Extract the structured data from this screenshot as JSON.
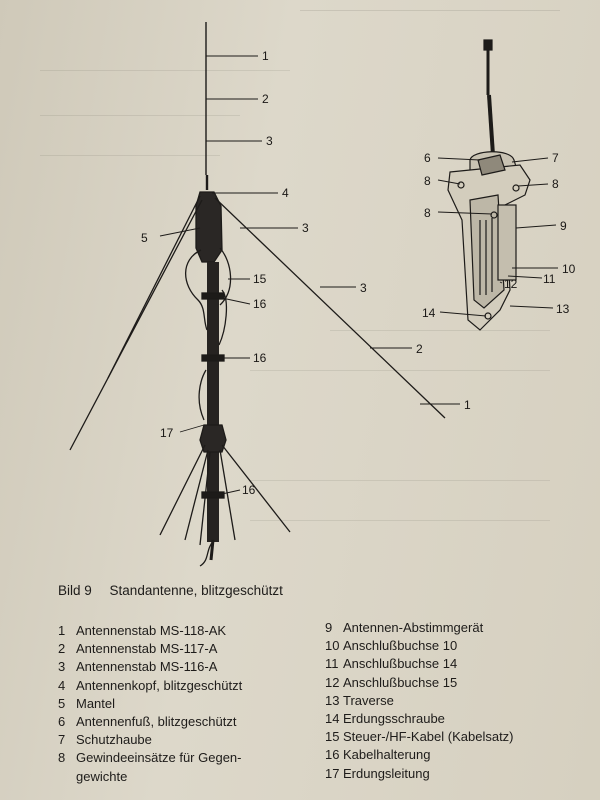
{
  "caption": {
    "number": "Bild 9",
    "title": "Standantenne, blitzgeschützt"
  },
  "callouts_left_figure": [
    "1",
    "2",
    "3",
    "4",
    "5",
    "3",
    "15",
    "16",
    "2",
    "16",
    "1",
    "17",
    "16"
  ],
  "callouts_right_figure": [
    "6",
    "7",
    "8",
    "8",
    "8",
    "9",
    "10",
    "11",
    "12",
    "13",
    "14"
  ],
  "legend_left": [
    {
      "n": "1",
      "text": "Antennenstab MS-118-AK"
    },
    {
      "n": "2",
      "text": "Antennenstab MS-117-A"
    },
    {
      "n": "3",
      "text": "Antennenstab MS-116-A"
    },
    {
      "n": "4",
      "text": "Antennenkopf, blitzgeschützt"
    },
    {
      "n": "5",
      "text": "Mantel"
    },
    {
      "n": "6",
      "text": "Antennenfuß, blitzgeschützt"
    },
    {
      "n": "7",
      "text": "Schutzhaube"
    },
    {
      "n": "8",
      "text": "Gewindeeinsätze für Gegen-\ngewichte"
    }
  ],
  "legend_right": [
    {
      "n": "9",
      "text": "Antennen-Abstimmgerät"
    },
    {
      "n": "10",
      "text": "Anschlußbuchse 10"
    },
    {
      "n": "11",
      "text": "Anschlußbuchse 14"
    },
    {
      "n": "12",
      "text": "Anschlußbuchse 15"
    },
    {
      "n": "13",
      "text": "Traverse"
    },
    {
      "n": "14",
      "text": "Erdungsschraube"
    },
    {
      "n": "15",
      "text": "Steuer-/HF-Kabel (Kabelsatz)"
    },
    {
      "n": "16",
      "text": "Kabelhalterung"
    },
    {
      "n": "17",
      "text": "Erdungsleitung"
    }
  ]
}
